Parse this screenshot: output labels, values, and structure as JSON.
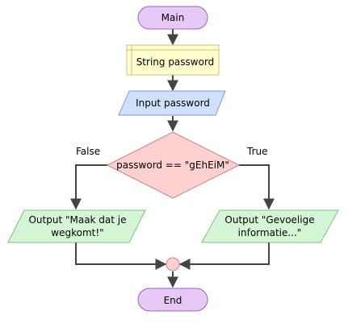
{
  "flowchart": {
    "start": {
      "label": "Main"
    },
    "declare": {
      "label": "String password"
    },
    "input": {
      "label": "Input password"
    },
    "decision": {
      "label": "password == \"gEhEiM\""
    },
    "branches": {
      "false_label": "False",
      "true_label": "True"
    },
    "output_false": {
      "line1": "Output \"Maak dat je",
      "line2": "wegkomt!\""
    },
    "output_true": {
      "line1": "Output \"Gevoelige",
      "line2": "informatie...\""
    },
    "end": {
      "label": "End"
    }
  },
  "colors": {
    "terminal_fill": "#e8c8f6",
    "terminal_stroke": "#9966bb",
    "declare_fill": "#ffffcc",
    "declare_stroke": "#c8c28a",
    "input_fill": "#cfe0fb",
    "input_stroke": "#7f9bcc",
    "decision_fill": "#ffd0d0",
    "decision_stroke": "#cc7f7f",
    "output_fill": "#d4f6d4",
    "output_stroke": "#7fbf7f",
    "join_fill": "#ffd0d0",
    "join_stroke": "#cc7f7f",
    "edge": "#444444"
  }
}
